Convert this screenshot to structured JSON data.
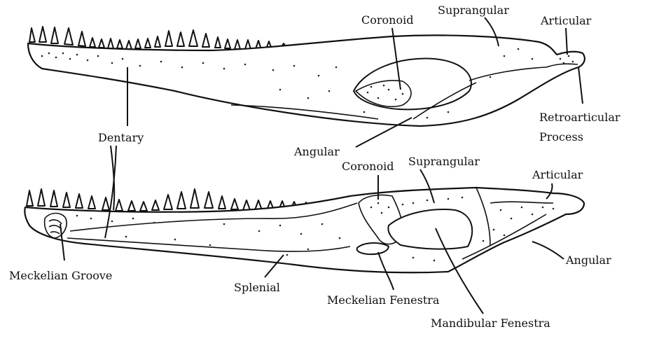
{
  "labels": {
    "upper": {
      "coronoid": "Coronoid",
      "suprangular": "Suprangular",
      "articular": "Articular",
      "retroarticular_line1": "Retroarticular",
      "retroarticular_line2": "Process",
      "dentary": "Dentary",
      "angular": "Angular"
    },
    "lower": {
      "coronoid": "Coronoid",
      "suprangular": "Suprangular",
      "articular": "Articular",
      "angular": "Angular",
      "meckelian_groove": "Meckelian Groove",
      "splenial": "Splenial",
      "meckelian_fenestra": "Meckelian Fenestra",
      "mandibular_fenestra": "Mandibular Fenestra"
    }
  },
  "colors": {
    "ink": "#111111",
    "background": "#ffffff"
  }
}
